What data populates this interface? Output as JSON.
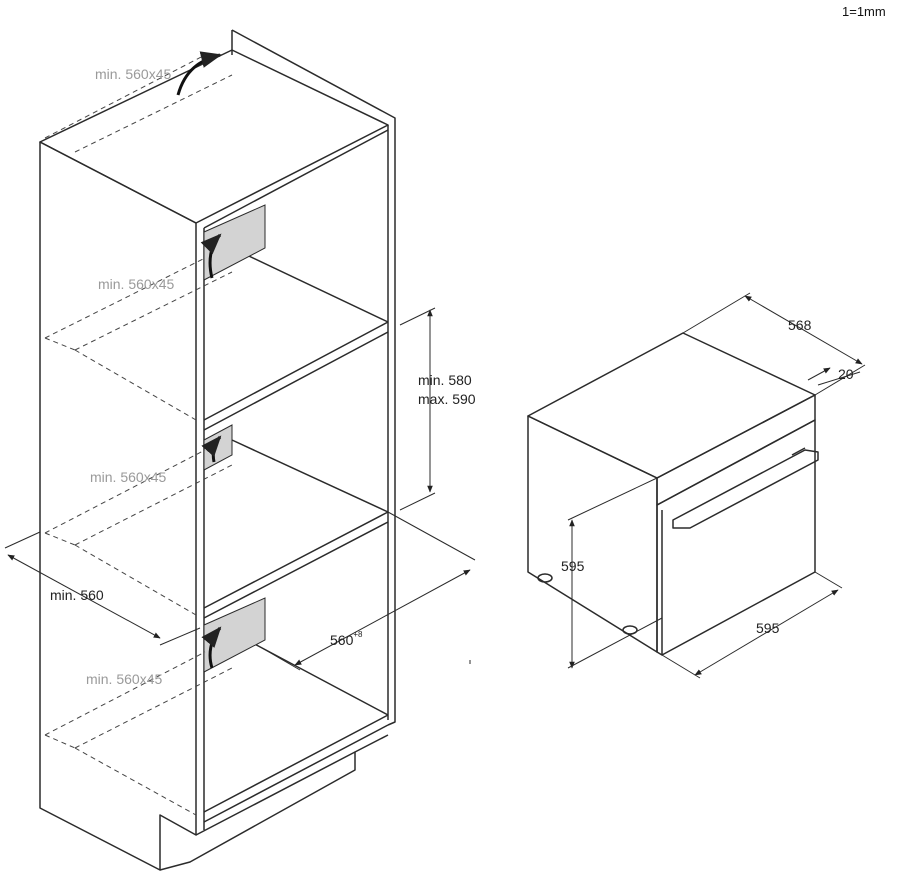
{
  "scale_label": "1=1mm",
  "cabinet": {
    "vent_labels": [
      "min. 560x45",
      "min. 560x45",
      "min. 560x45",
      "min. 560x45"
    ],
    "niche_height_min": "min. 580",
    "niche_height_max": "max. 590",
    "niche_width_min": "min. 560",
    "niche_depth": "560",
    "niche_depth_tolerance": "+8"
  },
  "oven": {
    "depth": "568",
    "front_panel_depth": "20",
    "height": "595",
    "width": "595"
  },
  "colors": {
    "line": "#2b2b2b",
    "vent_fill": "#d3d3d3",
    "dim_label": "#9a9a9a"
  }
}
